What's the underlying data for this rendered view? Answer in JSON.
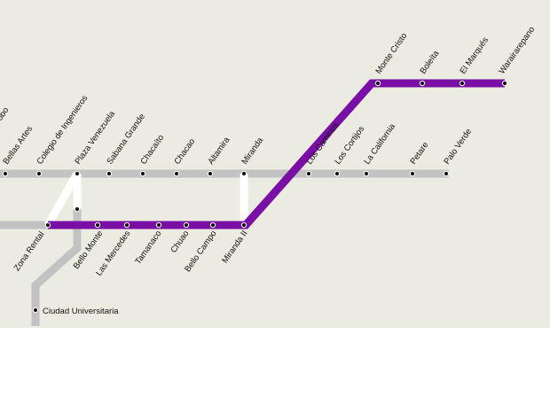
{
  "map": {
    "background": "#ecebe2",
    "colors": {
      "gray_line": "#c2c2c2",
      "purple_line": "#7a0fa6",
      "transfer": "#ffffff",
      "station": "#111111"
    },
    "stations": {
      "carabobo": "Carabobo",
      "bellas_artes": "Bellas Artes",
      "colegio_de_ingenieros": "Colegio de Ingenieros",
      "plaza_venezuela": "Plaza Venezuela",
      "sabana_grande": "Sabana Grande",
      "chacaito": "Chacaíto",
      "chacao": "Chacao",
      "altamira": "Altamira",
      "miranda": "Miranda",
      "los_caminos": "Los Caminos",
      "los_cortijos": "Los Cortijos",
      "la_california": "La California",
      "petare": "Petare",
      "palo_verde": "Palo Verde",
      "zona_rental": "Zona Rental",
      "bello_monte": "Bello Monte",
      "las_mercedes": "Las Mercedes",
      "tamanaco": "Tamanaco",
      "chuao": "Chuao",
      "bello_campo": "Bello Campo",
      "miranda_ii": "Miranda II",
      "monte_cristo": "Monte Cristo",
      "boleita": "Boleíta",
      "el_marques": "El Marqués",
      "warairarepano": "Warairarepano",
      "ciudad_universitaria": "Ciudad Universitaria"
    }
  }
}
